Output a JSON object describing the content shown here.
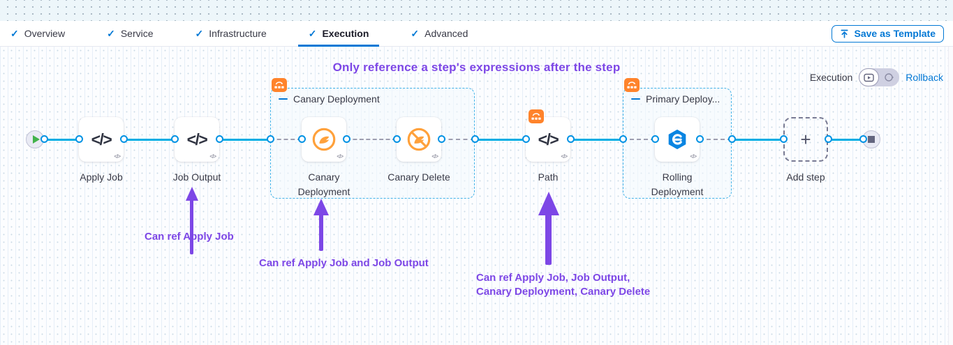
{
  "glyphs": {
    "check": "✓",
    "code": "</>",
    "code_small": "</>",
    "plus": "+"
  },
  "tabs": {
    "active": "Execution",
    "items": [
      {
        "label": "Overview"
      },
      {
        "label": "Service"
      },
      {
        "label": "Infrastructure"
      },
      {
        "label": "Execution"
      },
      {
        "label": "Advanced"
      }
    ]
  },
  "toolbar": {
    "save_as_template_label": "Save as Template"
  },
  "canvas": {
    "title": "Only reference a step's expressions after the step",
    "mode": {
      "execution_label": "Execution",
      "rollback_label": "Rollback"
    },
    "groups": [
      {
        "title": "Canary Deployment"
      },
      {
        "title": "Primary Deploy..."
      }
    ],
    "steps": [
      {
        "label": "Apply Job",
        "icon": "code"
      },
      {
        "label": "Job Output",
        "icon": "code"
      },
      {
        "label": "Canary Deployment",
        "icon": "canary"
      },
      {
        "label": "Canary Delete",
        "icon": "canary-delete"
      },
      {
        "label": "Path",
        "icon": "code"
      },
      {
        "label": "Rolling Deployment",
        "icon": "rolling-deployment"
      },
      {
        "label": "Add step",
        "icon": "plus"
      }
    ]
  },
  "annotations": {
    "items": [
      {
        "text": "Can ref Apply Job"
      },
      {
        "text": "Can ref Apply Job and Job Output"
      },
      {
        "lines": [
          "Can ref Apply Job, Job Output,",
          "Canary Deployment, Canary Delete"
        ]
      }
    ]
  },
  "colors": {
    "accent_blue": "#0278d5",
    "flow_line_blue": "#00ade4",
    "annotation_purple": "#7d47e6",
    "badge_orange": "#ff832b",
    "canary_orange": "#ffa13b"
  }
}
